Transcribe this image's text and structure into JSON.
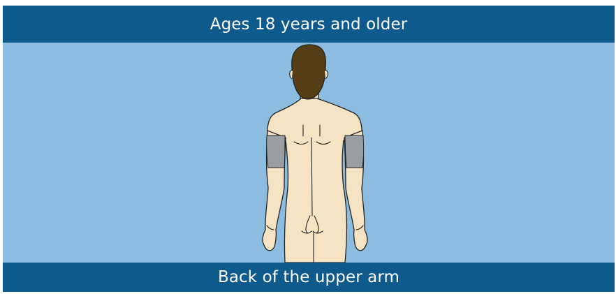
{
  "header": {
    "title": "Ages 18 years and older"
  },
  "footer": {
    "caption": "Back of the upper arm"
  },
  "colors": {
    "banner": "#0f5a8c",
    "background": "#8cbde0",
    "skin": "#f5e3c3",
    "hair": "#553e16",
    "injection_site": "#9a9ea3"
  },
  "figure": {
    "subject": "person-back-view",
    "highlighted_regions": [
      "left-upper-arm",
      "right-upper-arm"
    ]
  }
}
